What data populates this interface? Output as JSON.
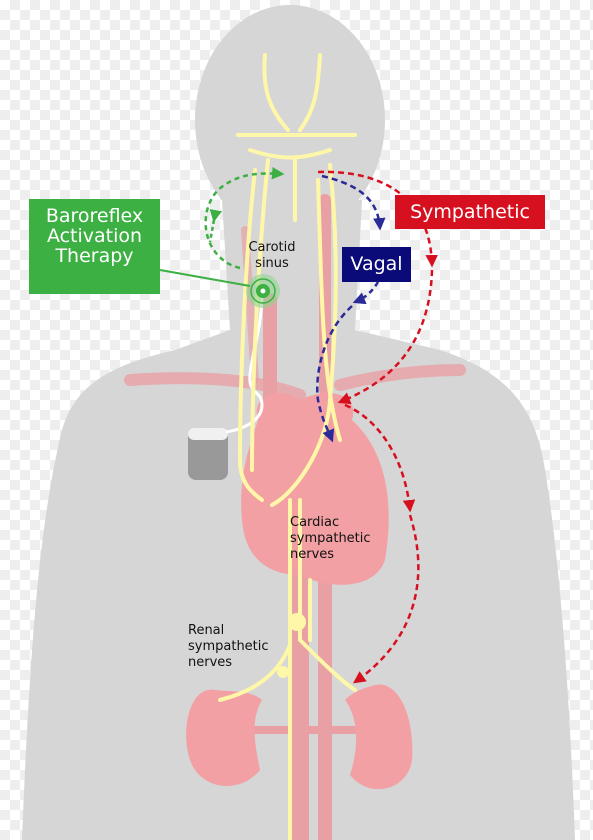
{
  "labels": {
    "baroreflex": "Baroreflex\nActivation\nTherapy",
    "sympathetic": "Sympathetic",
    "vagal": "Vagal",
    "carotid_sinus": "Carotid\nsinus",
    "cardiac_nerves": "Cardiac\nsympathetic\nnerves",
    "renal_nerves": "Renal\nsympathetic\nnerves"
  },
  "colors": {
    "baroreflex": "#3cb043",
    "sympathetic": "#d7101f",
    "vagal": "#0a0a78",
    "nerve": "#fff7a8",
    "organ": "#f2a0a4",
    "body": "#d6d6d6"
  }
}
